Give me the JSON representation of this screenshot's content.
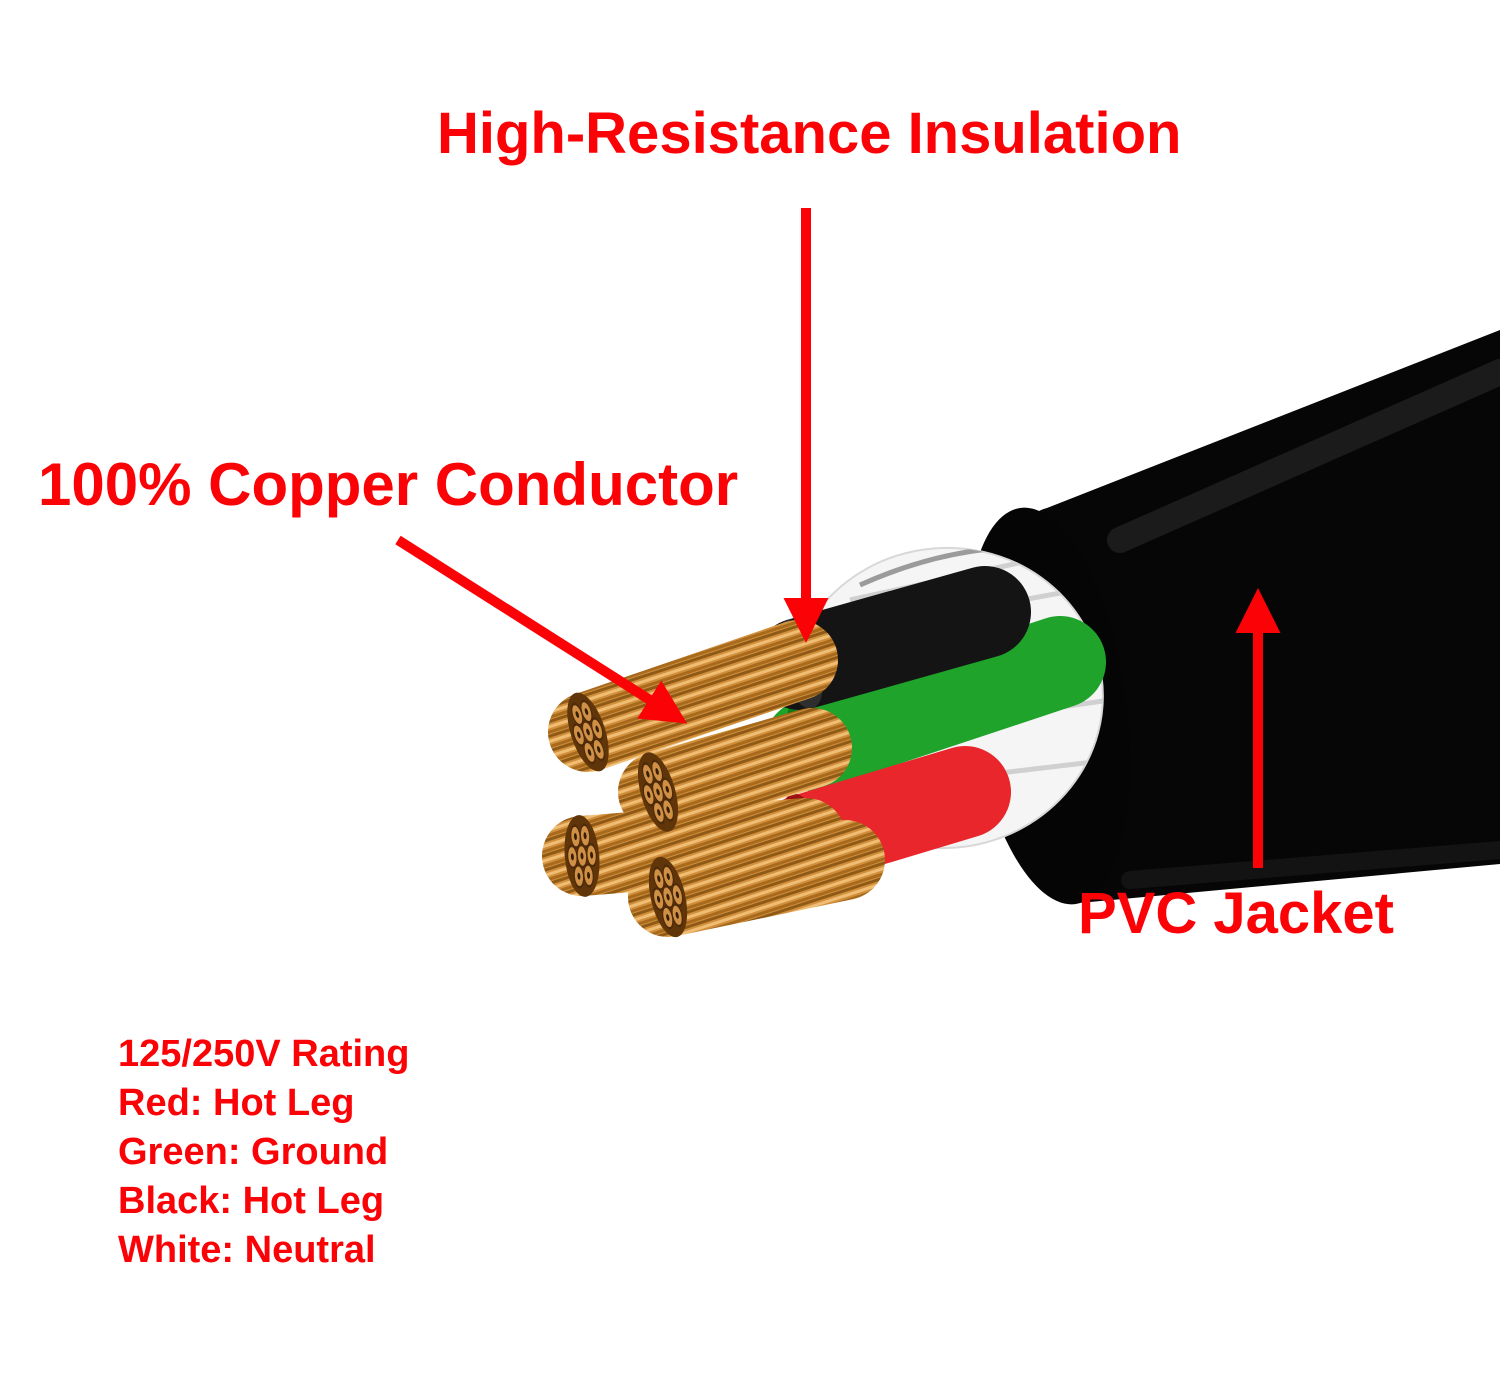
{
  "labels": {
    "insulation": "High-Resistance Insulation",
    "copper_conductor": "100% Copper Conductor",
    "pvc_jacket": "PVC Jacket"
  },
  "specs": {
    "lines": [
      "125/250V Rating",
      "Red: Hot Leg",
      "Green: Ground",
      "Black: Hot Leg",
      "White: Neutral"
    ]
  },
  "colors": {
    "accent_red": "#FB0207",
    "jacket_black": "#060606",
    "insulation_white": "#F5F5F5",
    "wire_black": "#141414",
    "wire_green": "#1FA32A",
    "wire_red": "#E8262C",
    "copper": "#D18F3C"
  }
}
